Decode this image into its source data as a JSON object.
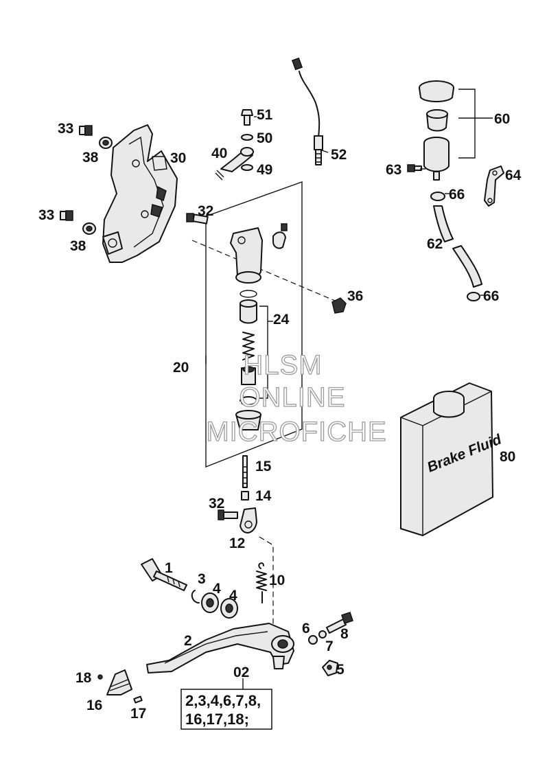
{
  "callouts": {
    "n33a": "33",
    "n38a": "38",
    "n30": "30",
    "n33b": "33",
    "n38b": "38",
    "n51": "51",
    "n50": "50",
    "n40": "40",
    "n49": "49",
    "n52": "52",
    "n60": "60",
    "n63": "63",
    "n64": "64",
    "n66a": "66",
    "n62": "62",
    "n66b": "66",
    "n32a": "32",
    "n36": "36",
    "n24": "24",
    "n20": "20",
    "n80": "80",
    "n15": "15",
    "n14": "14",
    "n32b": "32",
    "n12": "12",
    "n10": "10",
    "n1": "1",
    "n3": "3",
    "n4a": "4",
    "n4b": "4",
    "n2": "2",
    "n6": "6",
    "n8": "8",
    "n7": "7",
    "n5": "5",
    "n02": "02",
    "n18": "18",
    "n16": "16",
    "n17": "17"
  },
  "kit_box": {
    "line1": "2,3,4,6,7,8,",
    "line2": "16,17,18;"
  },
  "fluid_label": "Brake Fluid",
  "watermark": {
    "line1": "HLSM",
    "line2": "ONLINE",
    "line3": "MICROFICHE"
  }
}
